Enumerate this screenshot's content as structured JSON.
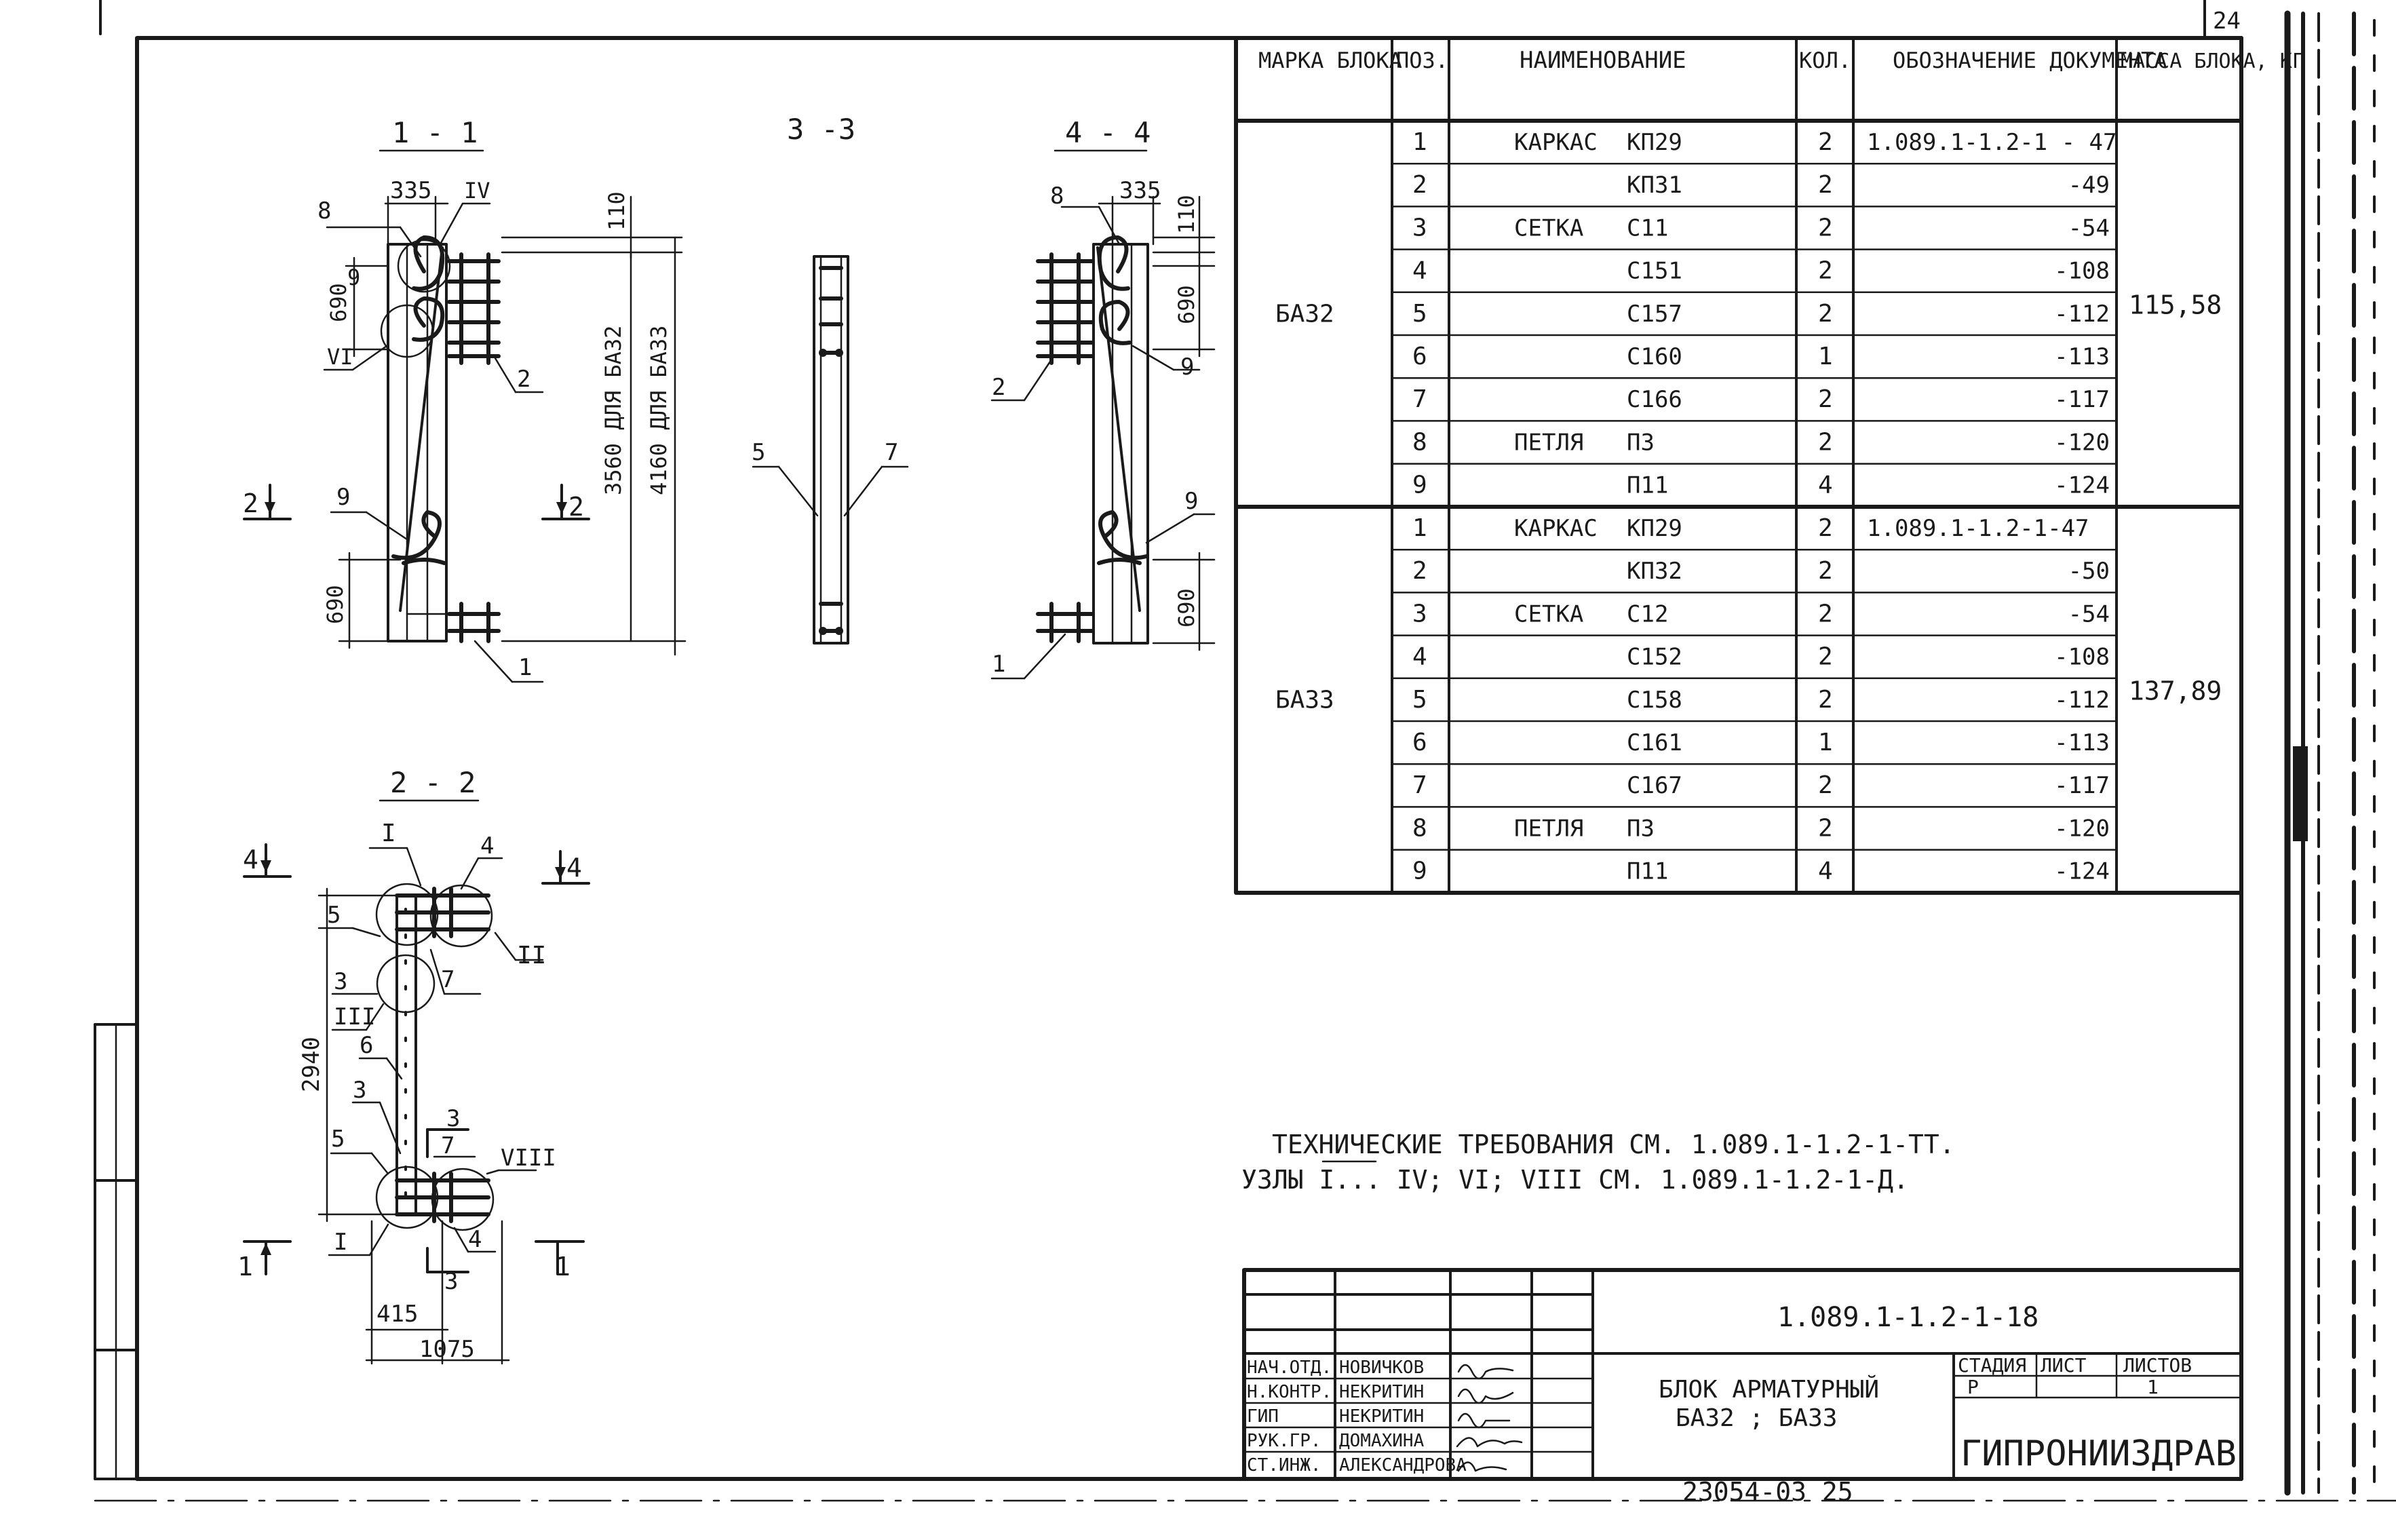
{
  "page_number": "24",
  "sections": {
    "s11": "1 - 1",
    "s33": "3 -3",
    "s44": "4 - 4",
    "s22": "2 - 2"
  },
  "dims": {
    "d335a": "335",
    "d110a": "110",
    "d690a": "690",
    "d690b": "690",
    "d3560": "3560 ДЛЯ БА32",
    "d4160": "4160 ДЛЯ БА33",
    "d335b": "335",
    "d110b": "110",
    "d690c": "690",
    "d690d": "690",
    "d2940": "2940",
    "d415": "415",
    "d1075": "1075"
  },
  "callouts": {
    "v11": [
      "8",
      "IV",
      "9",
      "VI",
      "2",
      "9",
      "1",
      "2",
      "2"
    ],
    "v33": [
      "5",
      "7"
    ],
    "v44": [
      "8",
      "2",
      "9",
      "9",
      "1"
    ],
    "v22": [
      "I",
      "4",
      "4",
      "4",
      "5",
      "II",
      "3",
      "7",
      "III",
      "6",
      "3",
      "3",
      "7",
      "5",
      "VIII",
      "I",
      "1",
      "1",
      "4",
      "3"
    ]
  },
  "spec_table": {
    "headers": {
      "mark": "МАРКА БЛОКА",
      "pos": "ПОЗ.",
      "name": "НАИМЕНОВАНИЕ",
      "qty": "КОЛ.",
      "doc": "ОБОЗНАЧЕНИЕ ДОКУМЕНТА",
      "mass": "МАССА БЛОКА, КГ"
    },
    "groups": [
      {
        "mark": "БА32",
        "mass": "115,58",
        "rows": [
          {
            "pos": "1",
            "type": "КАРКАС",
            "code": "КП29",
            "qty": "2",
            "doc": "1.089.1-1.2-1 - 47"
          },
          {
            "pos": "2",
            "type": "",
            "code": "КП31",
            "qty": "2",
            "doc": "-49"
          },
          {
            "pos": "3",
            "type": "СЕТКА",
            "code": "С11",
            "qty": "2",
            "doc": "-54"
          },
          {
            "pos": "4",
            "type": "",
            "code": "С151",
            "qty": "2",
            "doc": "-108"
          },
          {
            "pos": "5",
            "type": "",
            "code": "С157",
            "qty": "2",
            "doc": "-112"
          },
          {
            "pos": "6",
            "type": "",
            "code": "С160",
            "qty": "1",
            "doc": "-113"
          },
          {
            "pos": "7",
            "type": "",
            "code": "С166",
            "qty": "2",
            "doc": "-117"
          },
          {
            "pos": "8",
            "type": "ПЕТЛЯ",
            "code": "П3",
            "qty": "2",
            "doc": "-120"
          },
          {
            "pos": "9",
            "type": "",
            "code": "П11",
            "qty": "4",
            "doc": "-124"
          }
        ]
      },
      {
        "mark": "БА33",
        "mass": "137,89",
        "rows": [
          {
            "pos": "1",
            "type": "КАРКАС",
            "code": "КП29",
            "qty": "2",
            "doc": "1.089.1-1.2-1-47"
          },
          {
            "pos": "2",
            "type": "",
            "code": "КП32",
            "qty": "2",
            "doc": "-50"
          },
          {
            "pos": "3",
            "type": "СЕТКА",
            "code": "С12",
            "qty": "2",
            "doc": "-54"
          },
          {
            "pos": "4",
            "type": "",
            "code": "С152",
            "qty": "2",
            "doc": "-108"
          },
          {
            "pos": "5",
            "type": "",
            "code": "С158",
            "qty": "2",
            "doc": "-112"
          },
          {
            "pos": "6",
            "type": "",
            "code": "С161",
            "qty": "1",
            "doc": "-113"
          },
          {
            "pos": "7",
            "type": "",
            "code": "С167",
            "qty": "2",
            "doc": "-117"
          },
          {
            "pos": "8",
            "type": "ПЕТЛЯ",
            "code": "П3",
            "qty": "2",
            "doc": "-120"
          },
          {
            "pos": "9",
            "type": "",
            "code": "П11",
            "qty": "4",
            "doc": "-124"
          }
        ]
      }
    ]
  },
  "notes": {
    "line1": "ТЕХНИЧЕСКИЕ ТРЕБОВАНИЯ СМ. 1.089.1-1.2-1-ТТ.",
    "line2": "УЗЛЫ I... IV; VI; VIII  СМ. 1.089.1-1.2-1-Д."
  },
  "title_block": {
    "doc_code": "1.089.1-1.2-1-18",
    "title_line1": "БЛОК АРМАТУРНЫЙ",
    "title_line2": "БА32 ; БА33",
    "stage_label": "СТАДИЯ",
    "sheet_label": "ЛИСТ",
    "sheets_label": "ЛИСТОВ",
    "stage_value": "Р",
    "sheets_value": "1",
    "org": "ГИПРОНИИЗДРАВ",
    "roles": [
      {
        "role": "НАЧ.ОТД.",
        "name": "НОВИЧКОВ"
      },
      {
        "role": "Н.КОНТР.",
        "name": "НЕКРИТИН"
      },
      {
        "role": "ГИП",
        "name": "НЕКРИТИН"
      },
      {
        "role": "РУК.ГР.",
        "name": "ДОМАХИНА"
      },
      {
        "role": "СТ.ИНЖ.",
        "name": "АЛЕКСАНДРОВА"
      }
    ]
  },
  "bottom_stamp": "23054-03   25"
}
